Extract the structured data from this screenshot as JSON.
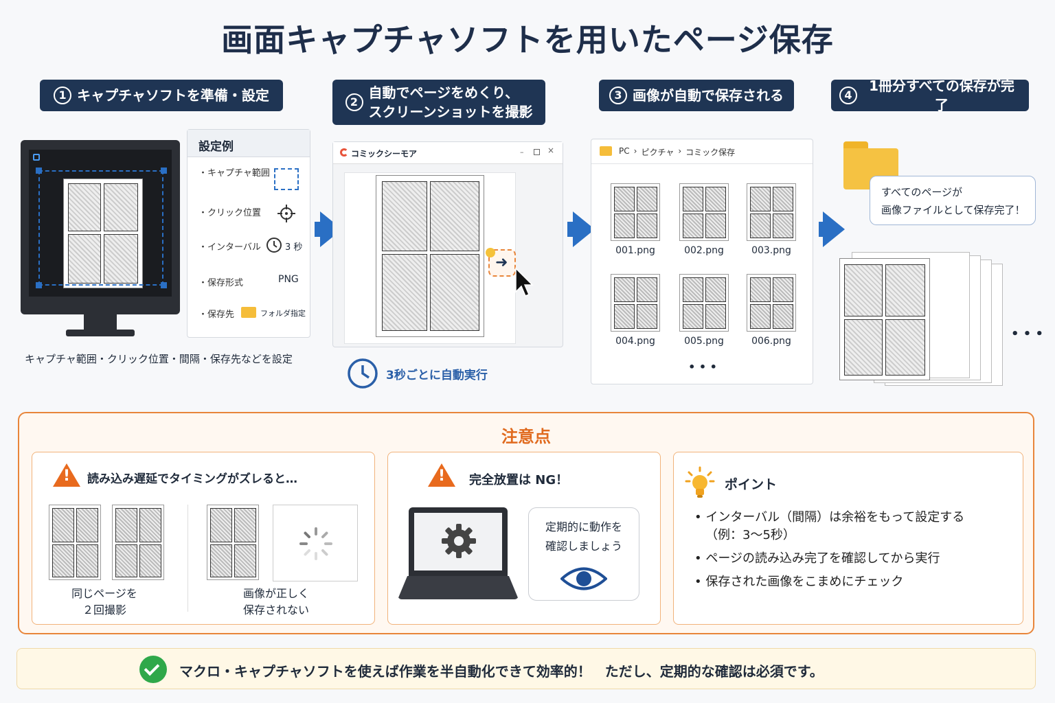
{
  "title": "画面キャプチャソフトを用いたページ保存",
  "steps": [
    {
      "num": "1",
      "label": "キャプチャソフトを準備・設定"
    },
    {
      "num": "2",
      "label_line1": "自動でページをめくり、",
      "label_line2": "スクリーンショットを撮影"
    },
    {
      "num": "3",
      "label": "画像が自動で保存される"
    },
    {
      "num": "4",
      "label": "1冊分すべての保存が完了"
    }
  ],
  "settings": {
    "header": "設定例",
    "rows": [
      {
        "label": "・キャプチャ範囲",
        "icon": "dashed-rect-icon"
      },
      {
        "label": "・クリック位置",
        "icon": "crosshair-icon"
      },
      {
        "label": "・インターバル",
        "icon": "clock-icon",
        "value": "3 秒"
      },
      {
        "label": "・保存形式",
        "value": "PNG"
      },
      {
        "label": "・保存先",
        "icon": "folder-icon",
        "value": "フォルダ指定"
      }
    ],
    "caption": "キャプチャ範囲・クリック位置・間隔・保存先などを設定"
  },
  "viewer": {
    "app_name": "コミックシーモア",
    "auto_text": "3秒ごとに自動実行"
  },
  "explorer": {
    "path": [
      "PC",
      "ピクチャ",
      "コミック保存"
    ],
    "files": [
      "001.png",
      "002.png",
      "003.png",
      "004.png",
      "005.png",
      "006.png"
    ],
    "ellipsis": "• • •"
  },
  "complete": {
    "bubble_line1": "すべてのページが",
    "bubble_line2": "画像ファイルとして保存完了！",
    "ellipsis": "• • •"
  },
  "caution": {
    "title": "注意点",
    "box1": {
      "heading": "読み込み遅延でタイミングがズレると…",
      "left_line1": "同じページを",
      "left_line2": "２回撮影",
      "right_line1": "画像が正しく",
      "right_line2": "保存されない"
    },
    "box2": {
      "heading": "完全放置は NG！",
      "bubble_line1": "定期的に動作を",
      "bubble_line2": "確認しましょう"
    },
    "box3": {
      "heading": "ポイント",
      "bullets": [
        "インターバル（間隔）は余裕をもって設定する",
        "（例：3～5秒）",
        "ページの読み込み完了を確認してから実行",
        "保存された画像をこまめにチェック"
      ]
    }
  },
  "footer": {
    "text": "マクロ・キャプチャソフトを使えば作業を半自動化できて効率的！　ただし、定期的な確認は必須です。"
  },
  "colors": {
    "navy": "#1f3554",
    "blue": "#2a6fc4",
    "orange": "#e8853a",
    "green": "#2fa84a"
  }
}
